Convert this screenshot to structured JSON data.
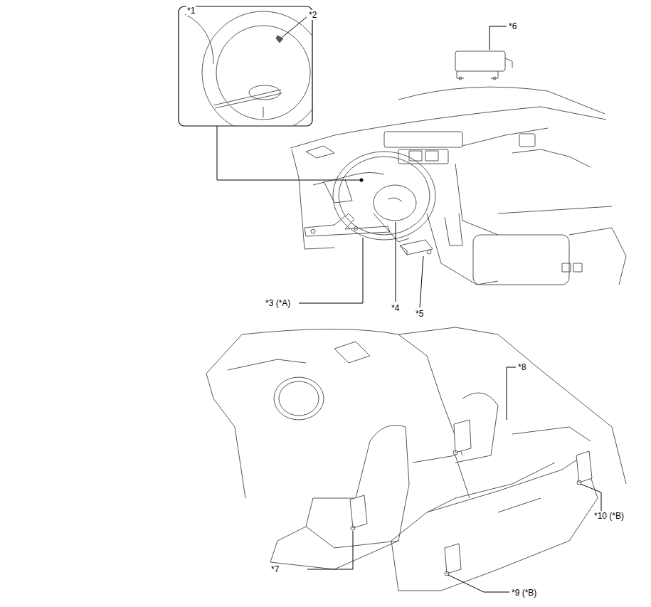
{
  "diagram": {
    "labels": [
      "*1",
      "*2",
      "*3 (*A)",
      "*4",
      "*5",
      "*6",
      "*7",
      "*8",
      "*9 (*B)",
      "*10 (*B)"
    ]
  }
}
